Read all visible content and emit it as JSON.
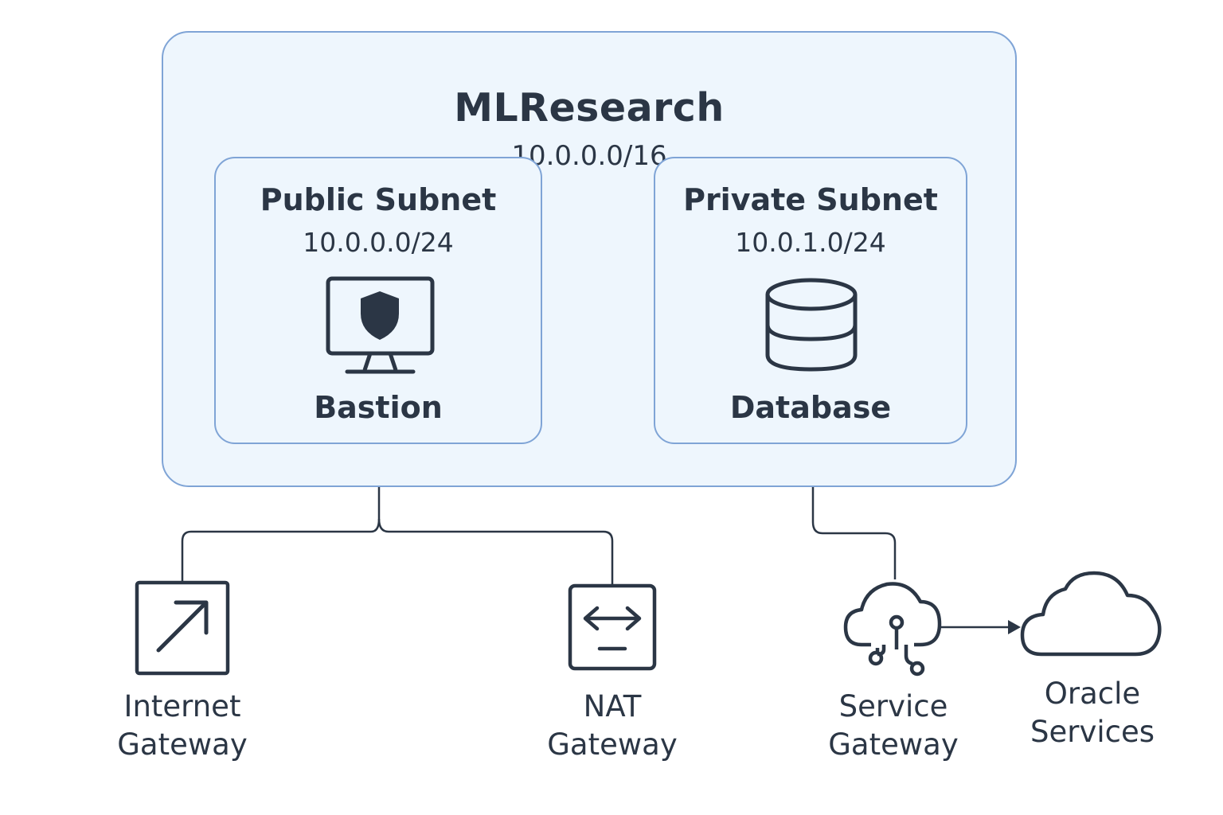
{
  "vcn": {
    "title": "MLResearch",
    "cidr": "10.0.0.0/16"
  },
  "subnets": [
    {
      "title": "Public Subnet",
      "cidr": "10.0.0.0/24",
      "node": {
        "label": "Bastion",
        "icon": "monitor-shield-icon"
      }
    },
    {
      "title": "Private Subnet",
      "cidr": "10.0.1.0/24",
      "node": {
        "label": "Database",
        "icon": "database-icon"
      }
    }
  ],
  "gateways": [
    {
      "label": "Internet\nGateway",
      "icon": "arrow-up-right-box-icon"
    },
    {
      "label": "NAT\nGateway",
      "icon": "bidirectional-arrow-box-icon"
    },
    {
      "label": "Service\nGateway",
      "icon": "cloud-circuit-icon"
    }
  ],
  "external": {
    "label": "Oracle\nServices",
    "icon": "cloud-icon"
  },
  "colors": {
    "container_border": "#7fa4d6",
    "container_fill": "#eef6fd",
    "ink": "#2b3645"
  }
}
